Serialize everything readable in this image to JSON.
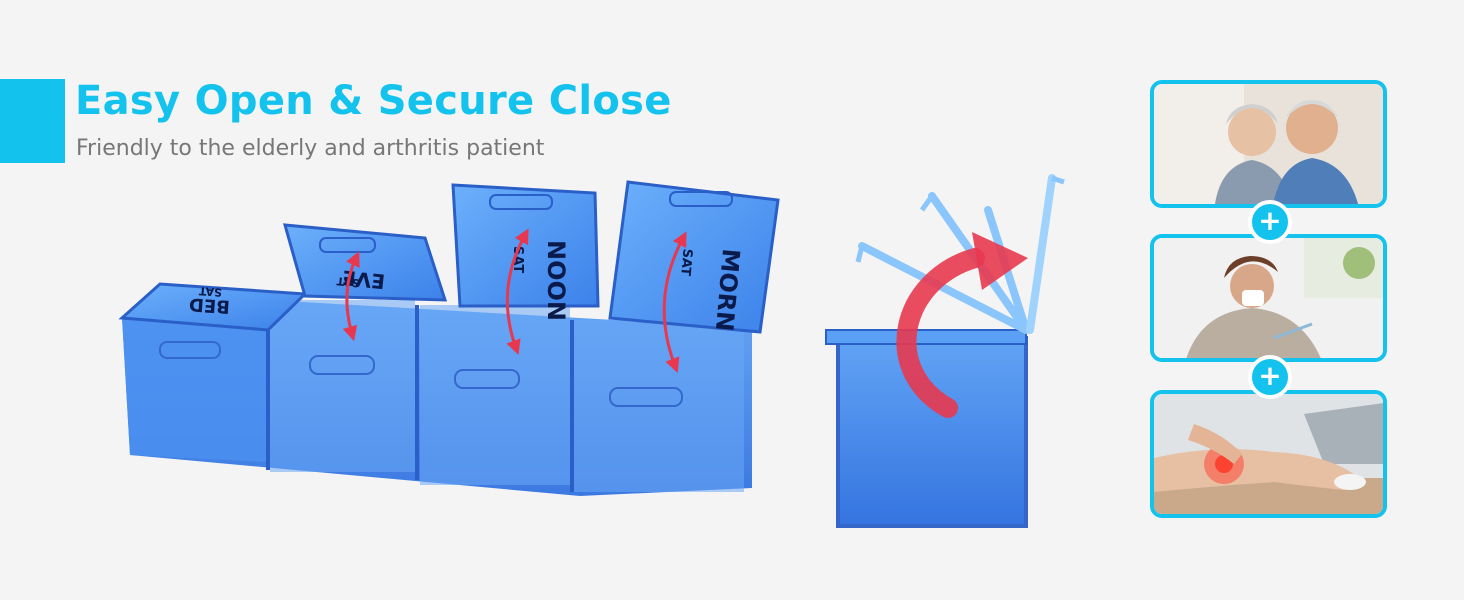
{
  "banner": {
    "title": "Easy Open & Secure Close",
    "subtitle": "Friendly to the elderly and arthritis patient"
  },
  "pill_box": {
    "compartment_labels": [
      {
        "name": "BED",
        "day": "SAT"
      },
      {
        "name": "EVE",
        "day": "SAT"
      },
      {
        "name": "NOON",
        "day": "SAT"
      },
      {
        "name": "MORN",
        "day": "SAT"
      }
    ]
  },
  "photos": [
    {
      "icon": "elderly-couple-photo"
    },
    {
      "icon": "sick-woman-photo"
    },
    {
      "icon": "wrist-pain-photo"
    }
  ],
  "separator_symbol": "+",
  "colors": {
    "accent": "#14c2ee",
    "box_blue": "#2f79e6",
    "arrow_red": "#e8384f",
    "subtitle_gray": "#777777"
  }
}
